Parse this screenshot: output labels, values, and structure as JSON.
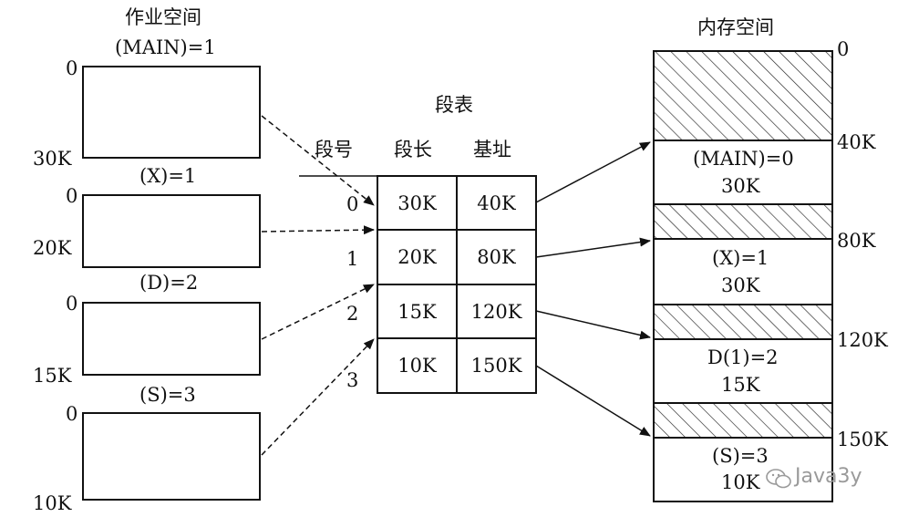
{
  "job": {
    "title": "作业空间",
    "segments": [
      {
        "name": "(MAIN)=1",
        "start": "0",
        "end": "30K"
      },
      {
        "name": "(X)=1",
        "start": "0",
        "end": "20K"
      },
      {
        "name": "(D)=2",
        "start": "0",
        "end": "15K"
      },
      {
        "name": "(S)=3",
        "start": "0",
        "end": "10K"
      }
    ]
  },
  "table": {
    "title": "段表",
    "headers": [
      "段号",
      "段长",
      "基址"
    ],
    "rows": [
      {
        "no": "0",
        "len": "30K",
        "base": "40K"
      },
      {
        "no": "1",
        "len": "20K",
        "base": "80K"
      },
      {
        "no": "2",
        "len": "15K",
        "base": "120K"
      },
      {
        "no": "3",
        "len": "10K",
        "base": "150K"
      }
    ]
  },
  "memory": {
    "title": "内存空间",
    "addresses": [
      "0",
      "40K",
      "80K",
      "120K",
      "150K"
    ],
    "blocks": [
      {
        "name": "(MAIN)=0",
        "size": "30K"
      },
      {
        "name": "(X)=1",
        "size": "30K"
      },
      {
        "name": "D(1)=2",
        "size": "15K"
      },
      {
        "name": "(S)=3",
        "size": "10K"
      }
    ]
  },
  "watermark": {
    "text": "Java3y"
  }
}
